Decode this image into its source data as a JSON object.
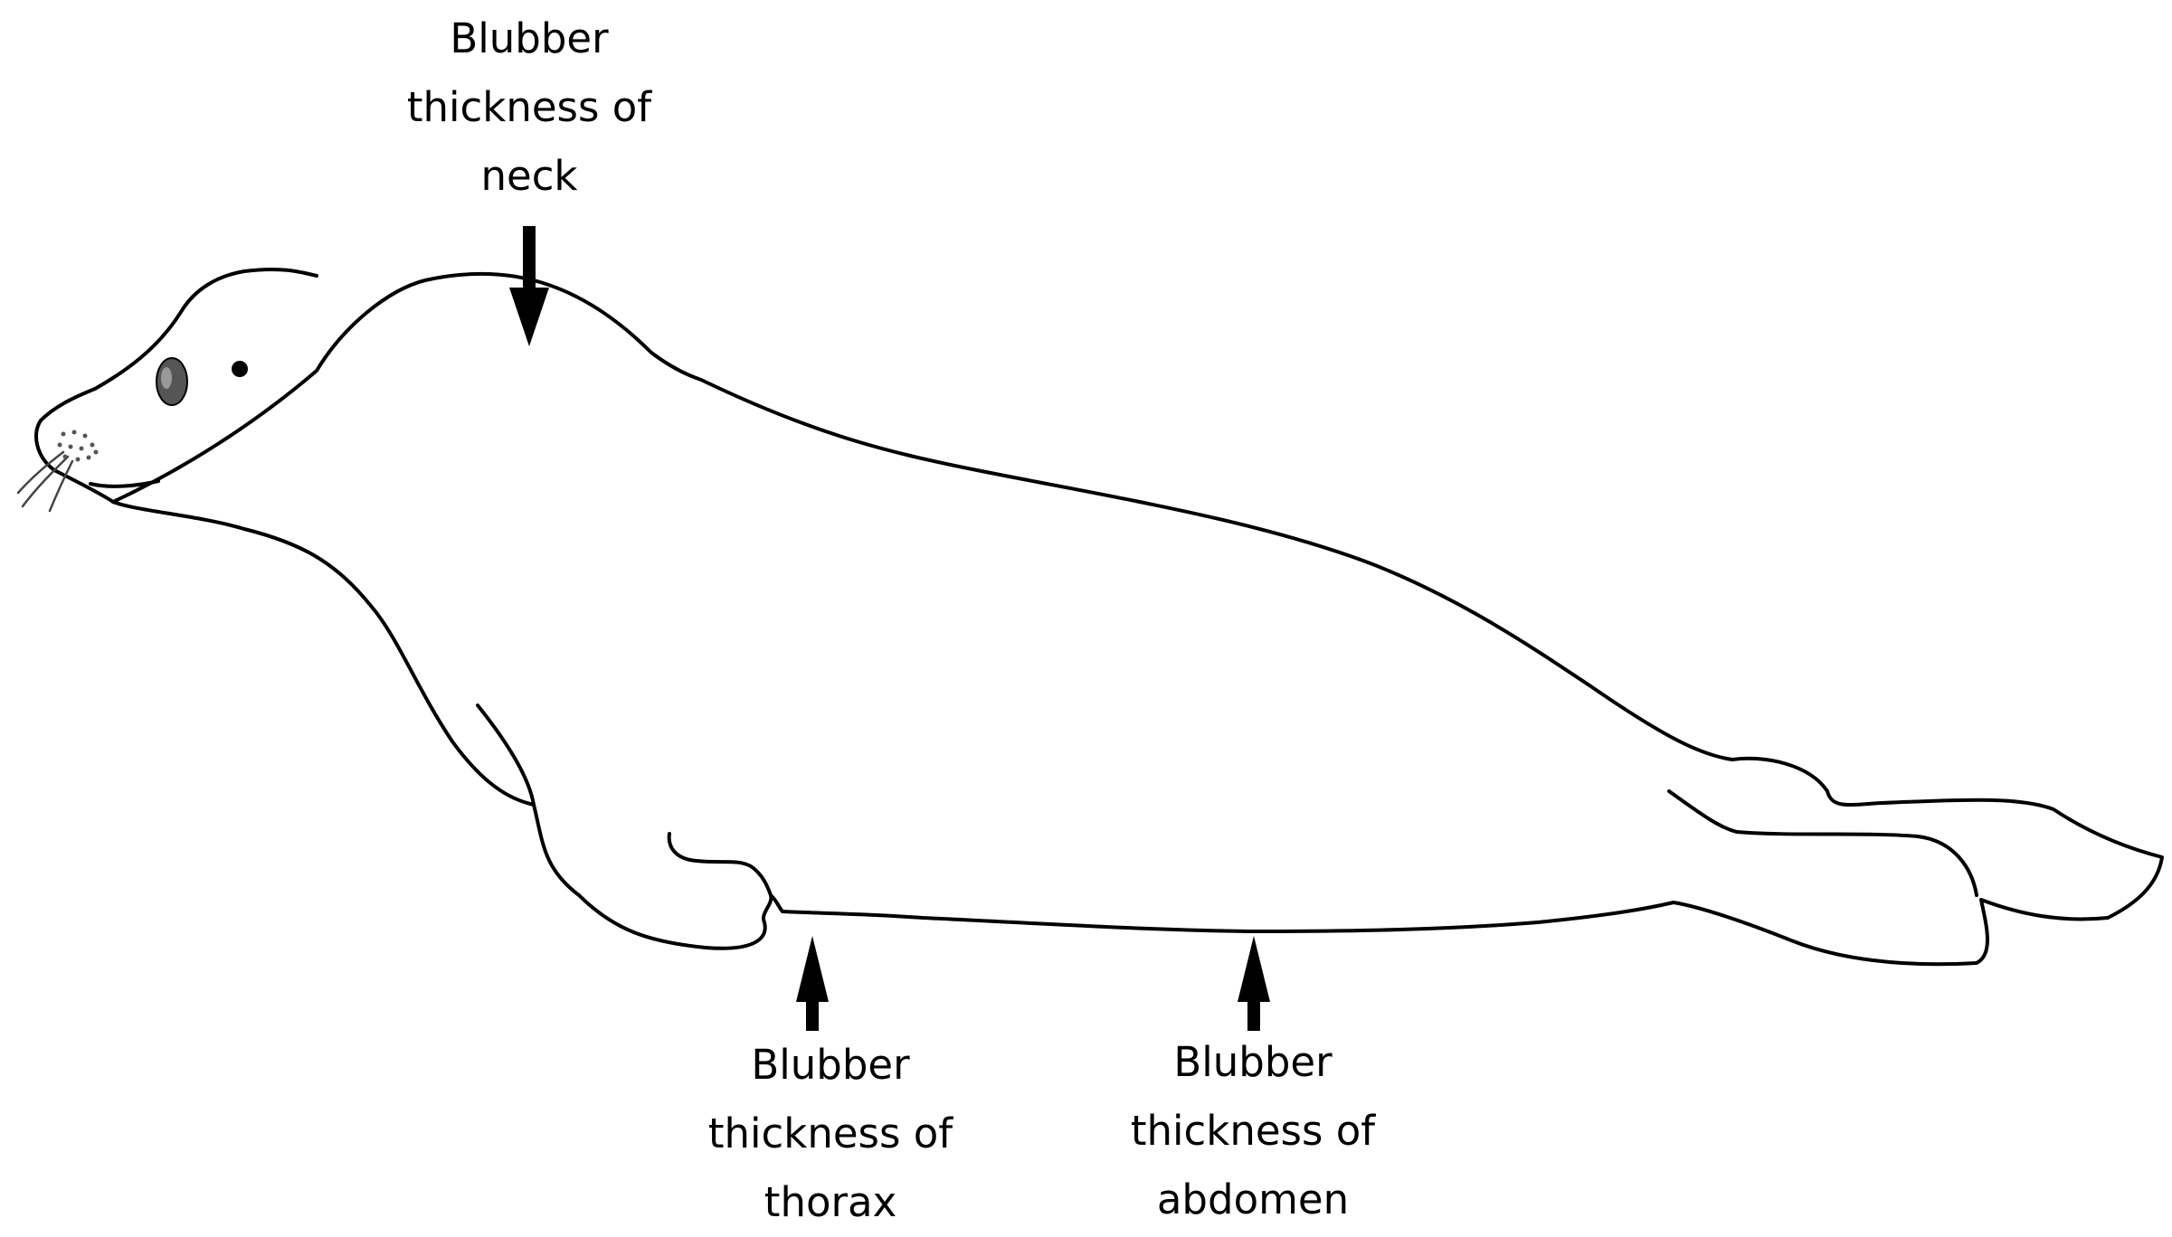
{
  "labels": {
    "neck": {
      "lines": [
        "Blubber",
        "thickness of",
        "neck"
      ]
    },
    "thorax": {
      "lines": [
        "Blubber",
        "thickness of",
        "thorax"
      ]
    },
    "abdomen": {
      "lines": [
        "Blubber",
        "thickness of",
        "abdomen"
      ]
    }
  },
  "colors": {
    "outline": "#000000",
    "arrow": "#000000",
    "eye": "#555555",
    "background": "#ffffff"
  }
}
